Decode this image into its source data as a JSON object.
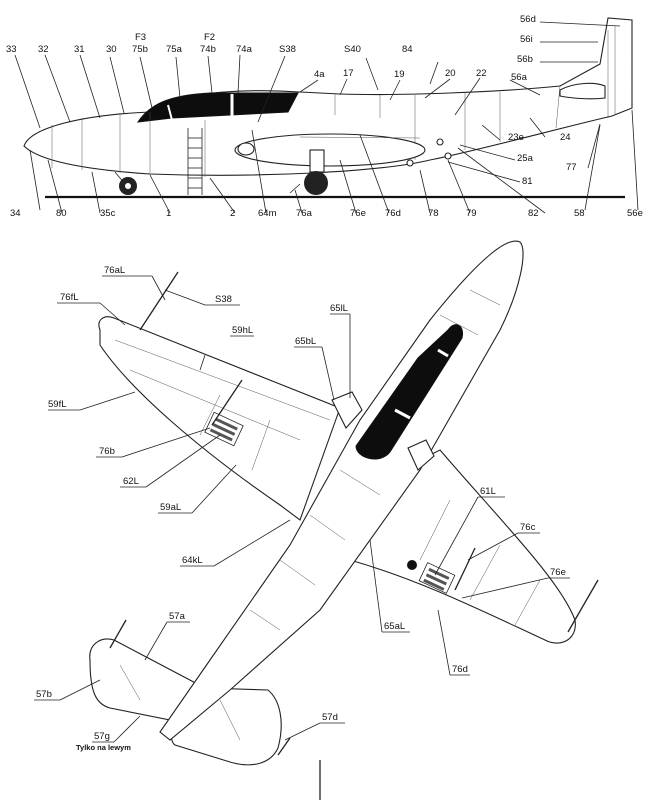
{
  "side_view": {
    "labels": [
      {
        "id": "33",
        "text": "33"
      },
      {
        "id": "32",
        "text": "32"
      },
      {
        "id": "31",
        "text": "31"
      },
      {
        "id": "30",
        "text": "30"
      },
      {
        "id": "f3",
        "text": "F3"
      },
      {
        "id": "75b",
        "text": "75b"
      },
      {
        "id": "75a",
        "text": "75a"
      },
      {
        "id": "f2",
        "text": "F2"
      },
      {
        "id": "74b",
        "text": "74b"
      },
      {
        "id": "74a",
        "text": "74a"
      },
      {
        "id": "s38",
        "text": "S38"
      },
      {
        "id": "4a",
        "text": "4a"
      },
      {
        "id": "17",
        "text": "17"
      },
      {
        "id": "s40",
        "text": "S40"
      },
      {
        "id": "84",
        "text": "84"
      },
      {
        "id": "19",
        "text": "19"
      },
      {
        "id": "20",
        "text": "20"
      },
      {
        "id": "22",
        "text": "22"
      },
      {
        "id": "56a",
        "text": "56a"
      },
      {
        "id": "56b",
        "text": "56b"
      },
      {
        "id": "56i",
        "text": "56i"
      },
      {
        "id": "56d",
        "text": "56d"
      },
      {
        "id": "23e",
        "text": "23e"
      },
      {
        "id": "24",
        "text": "24"
      },
      {
        "id": "25a",
        "text": "25a"
      },
      {
        "id": "77",
        "text": "77"
      },
      {
        "id": "81",
        "text": "81"
      },
      {
        "id": "34",
        "text": "34"
      },
      {
        "id": "80",
        "text": "80"
      },
      {
        "id": "35c",
        "text": "35c"
      },
      {
        "id": "1",
        "text": "1"
      },
      {
        "id": "2",
        "text": "2"
      },
      {
        "id": "64m",
        "text": "64m"
      },
      {
        "id": "76a",
        "text": "76a"
      },
      {
        "id": "76e",
        "text": "76e"
      },
      {
        "id": "76d",
        "text": "76d"
      },
      {
        "id": "78",
        "text": "78"
      },
      {
        "id": "79",
        "text": "79"
      },
      {
        "id": "82",
        "text": "82"
      },
      {
        "id": "58",
        "text": "58"
      },
      {
        "id": "56e",
        "text": "56e"
      }
    ]
  },
  "top_view": {
    "labels": [
      {
        "id": "76aL",
        "text": "76aL"
      },
      {
        "id": "s38",
        "text": "S38"
      },
      {
        "id": "76fL",
        "text": "76fL"
      },
      {
        "id": "65lL",
        "text": "65lL"
      },
      {
        "id": "59hL",
        "text": "59hL"
      },
      {
        "id": "65bL",
        "text": "65bL"
      },
      {
        "id": "59fL",
        "text": "59fL"
      },
      {
        "id": "76b",
        "text": "76b"
      },
      {
        "id": "62L",
        "text": "62L"
      },
      {
        "id": "59aL",
        "text": "59aL"
      },
      {
        "id": "61L",
        "text": "61L"
      },
      {
        "id": "76c",
        "text": "76c"
      },
      {
        "id": "64kL",
        "text": "64kL"
      },
      {
        "id": "76e",
        "text": "76e"
      },
      {
        "id": "65aL",
        "text": "65aL"
      },
      {
        "id": "57a",
        "text": "57a"
      },
      {
        "id": "76d",
        "text": "76d"
      },
      {
        "id": "57b",
        "text": "57b"
      },
      {
        "id": "57g",
        "text": "57g"
      },
      {
        "id": "57d",
        "text": "57d"
      }
    ],
    "note": "Tylko na lewym"
  }
}
